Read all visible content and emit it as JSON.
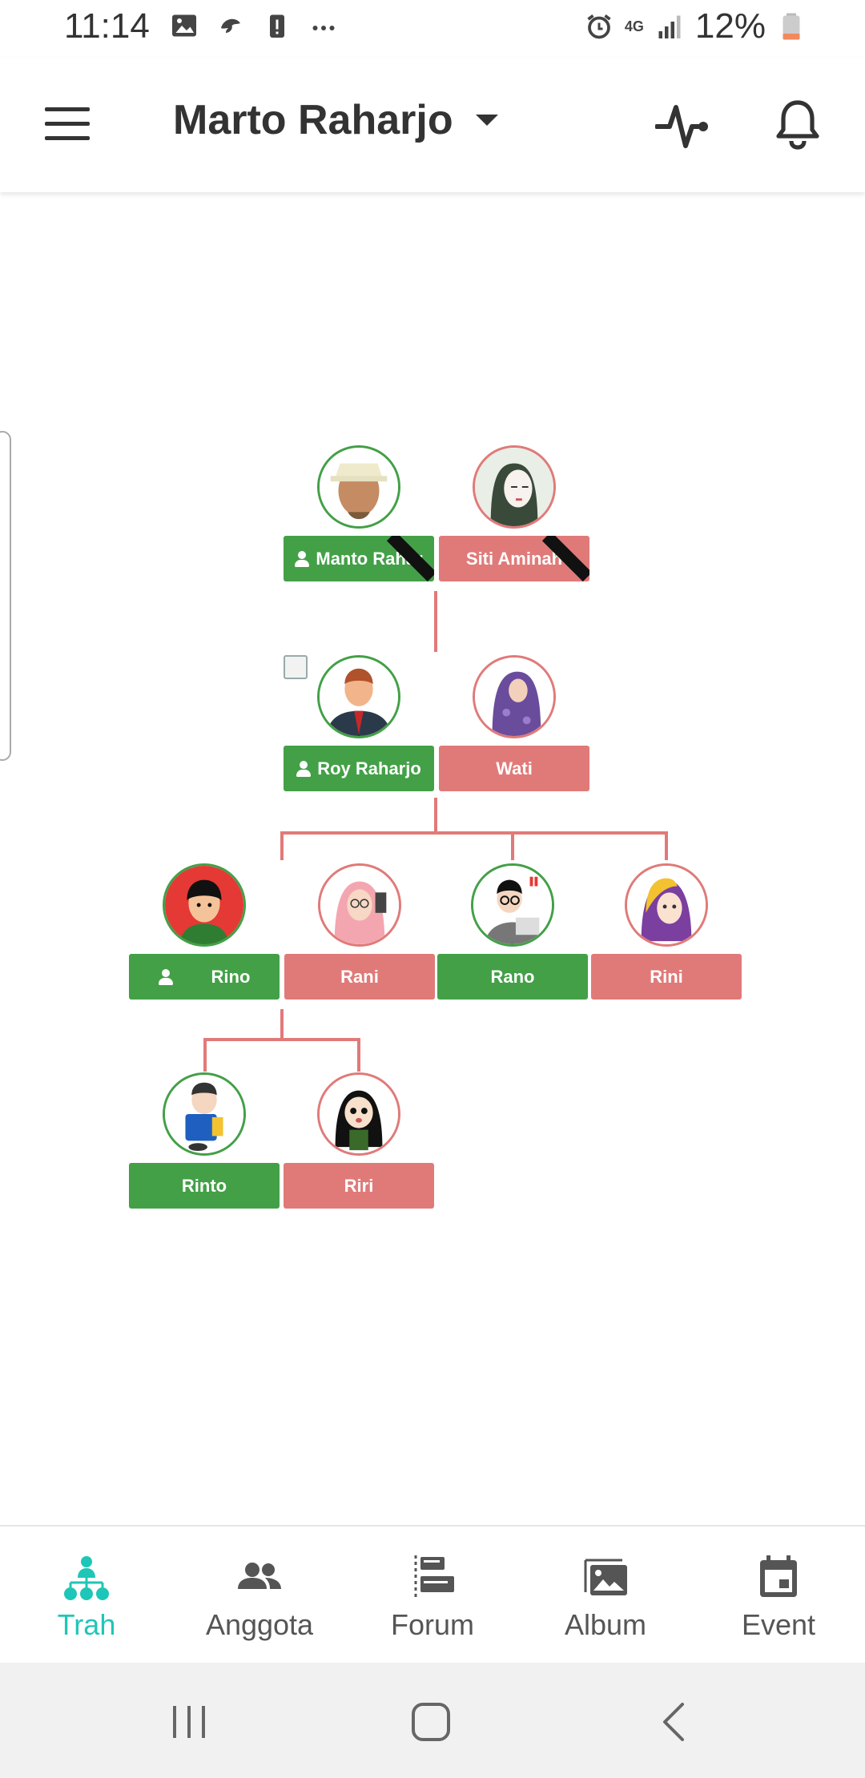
{
  "status_bar": {
    "time": "11:14",
    "battery_percent": "12%",
    "network_label": "4G",
    "left_icons": [
      "gallery-icon",
      "messenger-icon",
      "battery-alert-icon",
      "more-dots-icon"
    ],
    "right_icons": [
      "alarm-icon",
      "network-icon",
      "signal-icon",
      "battery-icon"
    ]
  },
  "app_bar": {
    "title": "Marto Raharjo",
    "icons": [
      "menu-icon",
      "caret-down-icon",
      "pulse-icon",
      "bell-icon"
    ]
  },
  "tree": {
    "generations": [
      [
        {
          "name": "Manto Rahar",
          "gender": "male",
          "deceased": true,
          "is_user": true
        },
        {
          "name": "Siti Aminah",
          "gender": "female",
          "deceased": true,
          "is_user": false
        }
      ],
      [
        {
          "name": "Roy Raharjo",
          "gender": "male",
          "deceased": false,
          "is_user": true
        },
        {
          "name": "Wati",
          "gender": "female",
          "deceased": false,
          "is_user": false
        }
      ],
      [
        {
          "name": "Rino",
          "gender": "male",
          "deceased": false,
          "is_user": true
        },
        {
          "name": "Rani",
          "gender": "female",
          "deceased": false,
          "is_user": false
        },
        {
          "name": "Rano",
          "gender": "male",
          "deceased": false,
          "is_user": false
        },
        {
          "name": "Rini",
          "gender": "female",
          "deceased": false,
          "is_user": false
        }
      ],
      [
        {
          "name": "Rinto",
          "gender": "male",
          "deceased": false,
          "is_user": false
        },
        {
          "name": "Riri",
          "gender": "female",
          "deceased": false,
          "is_user": false
        }
      ]
    ]
  },
  "bottom_nav": {
    "items": [
      {
        "label": "Trah",
        "icon": "family-tree-icon",
        "active": true
      },
      {
        "label": "Anggota",
        "icon": "members-icon",
        "active": false
      },
      {
        "label": "Forum",
        "icon": "forum-icon",
        "active": false
      },
      {
        "label": "Album",
        "icon": "album-icon",
        "active": false
      },
      {
        "label": "Event",
        "icon": "event-icon",
        "active": false
      }
    ]
  },
  "system_nav": {
    "icons": [
      "recent-apps-icon",
      "home-icon",
      "back-icon"
    ]
  },
  "colors": {
    "male": "#43a047",
    "female": "#e07a79",
    "accent": "#1ec6b8",
    "line": "#e07a79"
  }
}
